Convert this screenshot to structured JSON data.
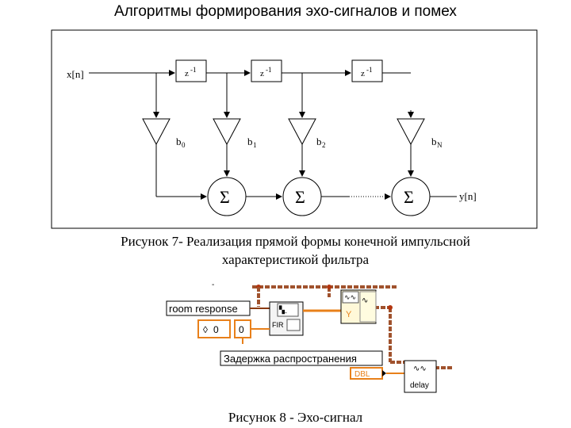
{
  "header": {
    "title": "Алгоритмы формирования эхо-сигналов и помех"
  },
  "fig7": {
    "input_label": "x[n]",
    "output_label": "y[n]",
    "delay_labels": [
      "z",
      "z",
      "z"
    ],
    "delay_exp": "-1",
    "coef_base": "b",
    "coef_subs": [
      "0",
      "1",
      "2",
      "N"
    ],
    "sum_symbol": "Σ",
    "caption_line1": "Рисунок 7- Реализация прямой формы конечной импульсной",
    "caption_line2": "характеристикой фильтра"
  },
  "fig8": {
    "room_response_label": "room response",
    "numeric_value": "0",
    "numeric_value2": "0",
    "fir_label": "FIR",
    "y_label": "Y",
    "delay_label_text": "Задержка распространения",
    "dbl_label": "DBL",
    "delay_block_label": "delay",
    "caption": "Рисунок 8 - Эхо-сигнал"
  },
  "colors": {
    "wire_orange": "#e8801a",
    "wire_brown": "#8b3a0f",
    "wire_thick": "#a0522d"
  }
}
